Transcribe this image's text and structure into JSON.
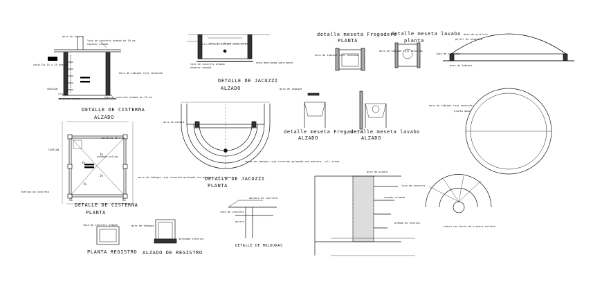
{
  "titles": {
    "cisterna_alzado": "DETALLE DE CISTERNA",
    "cisterna_alzado_sub": "ALZADO",
    "cisterna_planta": "DETALLE DE CISTERNA",
    "cisterna_planta_sub": "PLANTA",
    "jacuzzi_alzado": "DETALLE DE JACUZZI",
    "jacuzzi_alzado_sub": "ALZADO",
    "jacuzzi_planta": "DETALLE DE JACUZZI",
    "jacuzzi_planta_sub": "PLANTA",
    "meseta_fregadero_planta": "detalle meseta Fregadero",
    "meseta_fregadero_planta_sub": "PLANTA",
    "meseta_lavabo_planta": "detalle meseta lavabo",
    "meseta_lavabo_planta_sub": "planta",
    "meseta_fregadero_alzado": "detalle meseta Fregadero",
    "meseta_fregadero_alzado_sub": "ALZADO",
    "meseta_lavabo_alzado": "detalle meseta lavabo",
    "meseta_lavabo_alzado_sub": "ALZADO",
    "planta_registro": "PLANTA REGISTRO",
    "alzado_registro": "ALZADO DE REGISTRO",
    "molduras": "DETALLE DE MOLDURAS"
  },
  "notes": {
    "cisterna_a1": "muro de tanque",
    "cisterna_a2": "losa de concreto armado de 10 cm",
    "cisterna_a3": "espesor armado",
    "cisterna_a4": "castillo 15 x 15 armado",
    "cisterna_a5": "muro de tabique rojo recocido",
    "cisterna_a6": "escalera marina",
    "cisterna_a7": "losa de concreto armado de 10 cm",
    "cisterna_a8": "CHAFLAN",
    "cisterna_p1": "castillo 15 x 15",
    "cisterna_p2": "acabado pulido",
    "cisterna_p3": "CHAFLAN",
    "cisterna_p4": "muro de tabique rojo recocido aplanado con mortero, cal, arena",
    "cisterna_p5": "chaflan de concreto",
    "jacuzzi_a1": "muro de tabique rojo recocido",
    "jacuzzi_a2": "losa de concreto armado",
    "jacuzzi_a3": "espesor armado",
    "jacuzzi_a4": "area destinada para motor",
    "jacuzzi_p1": "muro de piedra",
    "jacuzzi_p2": "muros de tabique rojo recocido aplanado con mortero, cal, arena",
    "meseta_1": "muro de tabique rojo recocido",
    "meseta_2": "muro de tabique rojo recocido",
    "meseta_3": "muro de tabique",
    "domo_1": "domo de acrilico",
    "domo_2": "perfil de aluminio",
    "domo_3": "losa de concreto",
    "domo_4": "muro de tabique",
    "domo_5": "muro de tabique rojo recocido",
    "domo_6": "planta domo",
    "escalera_1": "muro de piedra",
    "escalera_2": "losa de concreto",
    "escalera_3": "armado columna",
    "escalera_4": "armado de escalon",
    "escalera_5": "cimbra con ducto de primera calidad",
    "molduras_1": "moldura de concreto",
    "molduras_2": "losa de concreto",
    "molduras_3": "gotero",
    "registro_1": "losa de concreto armado",
    "registro_2": "muro de tabique",
    "registro_3": "aplanado interior",
    "dim_1": "1%",
    "dim_2": "1%",
    "dim_3": "1%",
    "dim_4": "1%",
    "axis_a": "A1",
    "axis_b": "B1"
  }
}
